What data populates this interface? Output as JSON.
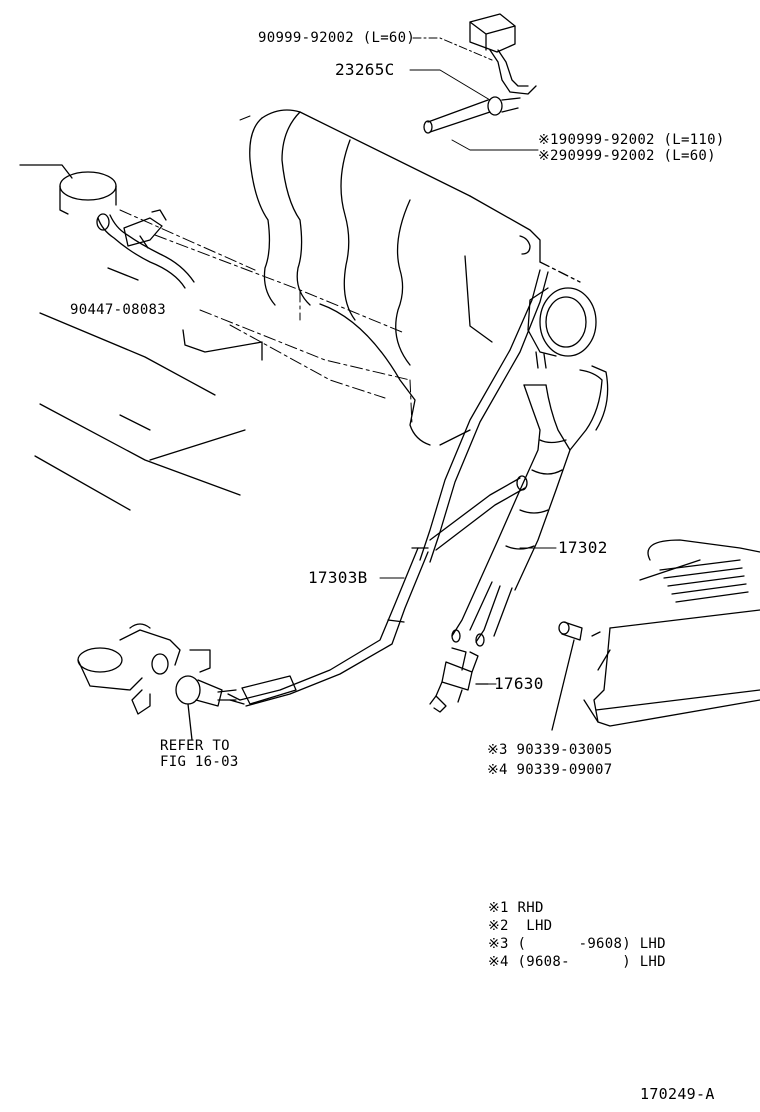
{
  "labels": {
    "hose_top": "90999-92002 (L=60)",
    "vsv": "23265C",
    "hose_rhd": "※190999-92002 (L=110)",
    "hose_lhd": "※290999-92002 (L=60)",
    "hose_clip": "90447-08083",
    "hose_17302": "17302",
    "hose_17303b": "17303B",
    "sensor": "17630",
    "refer_line1": "REFER TO",
    "refer_line2": "FIG 16-03",
    "part_3": "※3 90339-03005",
    "part_4": "※4 90339-09007",
    "drawing_no": "170249-A"
  },
  "notes": [
    "※1 RHD",
    "※2  LHD",
    "※3 (      -9608) LHD",
    "※4 (9608-      ) LHD"
  ],
  "colors": {
    "ink": "#000000",
    "paper": "#ffffff"
  }
}
